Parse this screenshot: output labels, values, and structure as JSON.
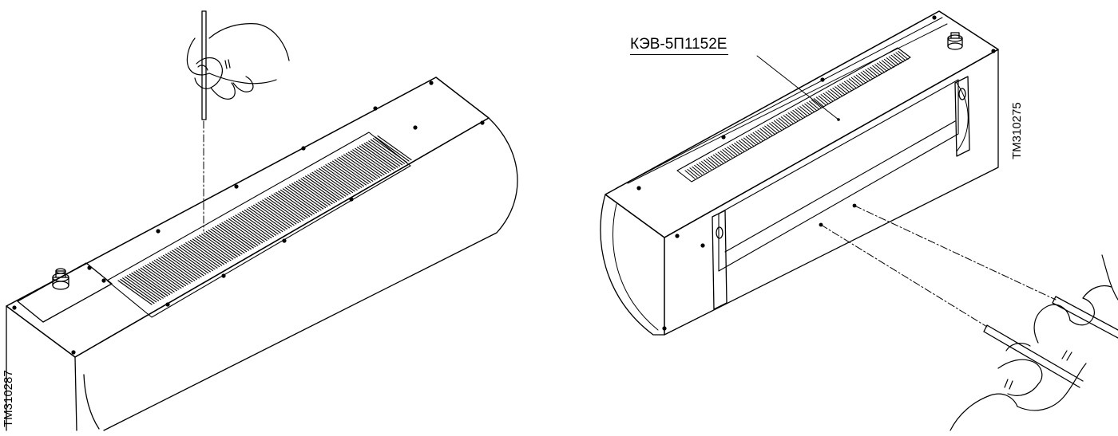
{
  "left_figure": {
    "tm_code": "TM310287"
  },
  "right_figure": {
    "tm_code": "TM310275",
    "model_label": "КЭВ-5П1152Е"
  },
  "palette": {
    "ink": "#000000",
    "paper": "#ffffff"
  }
}
